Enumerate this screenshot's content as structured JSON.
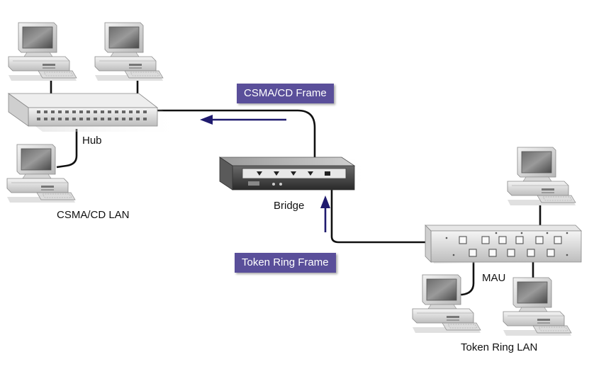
{
  "labels": {
    "hub": "Hub",
    "csma_lan": "CSMA/CD LAN",
    "bridge": "Bridge",
    "mau": "MAU",
    "token_ring_lan": "Token Ring LAN"
  },
  "frames": {
    "csma_frame": "CSMA/CD Frame",
    "token_frame": "Token Ring Frame"
  },
  "colors": {
    "frame_box": "#5a4f9a",
    "arrow": "#1f1a6e",
    "cable": "#111111"
  }
}
